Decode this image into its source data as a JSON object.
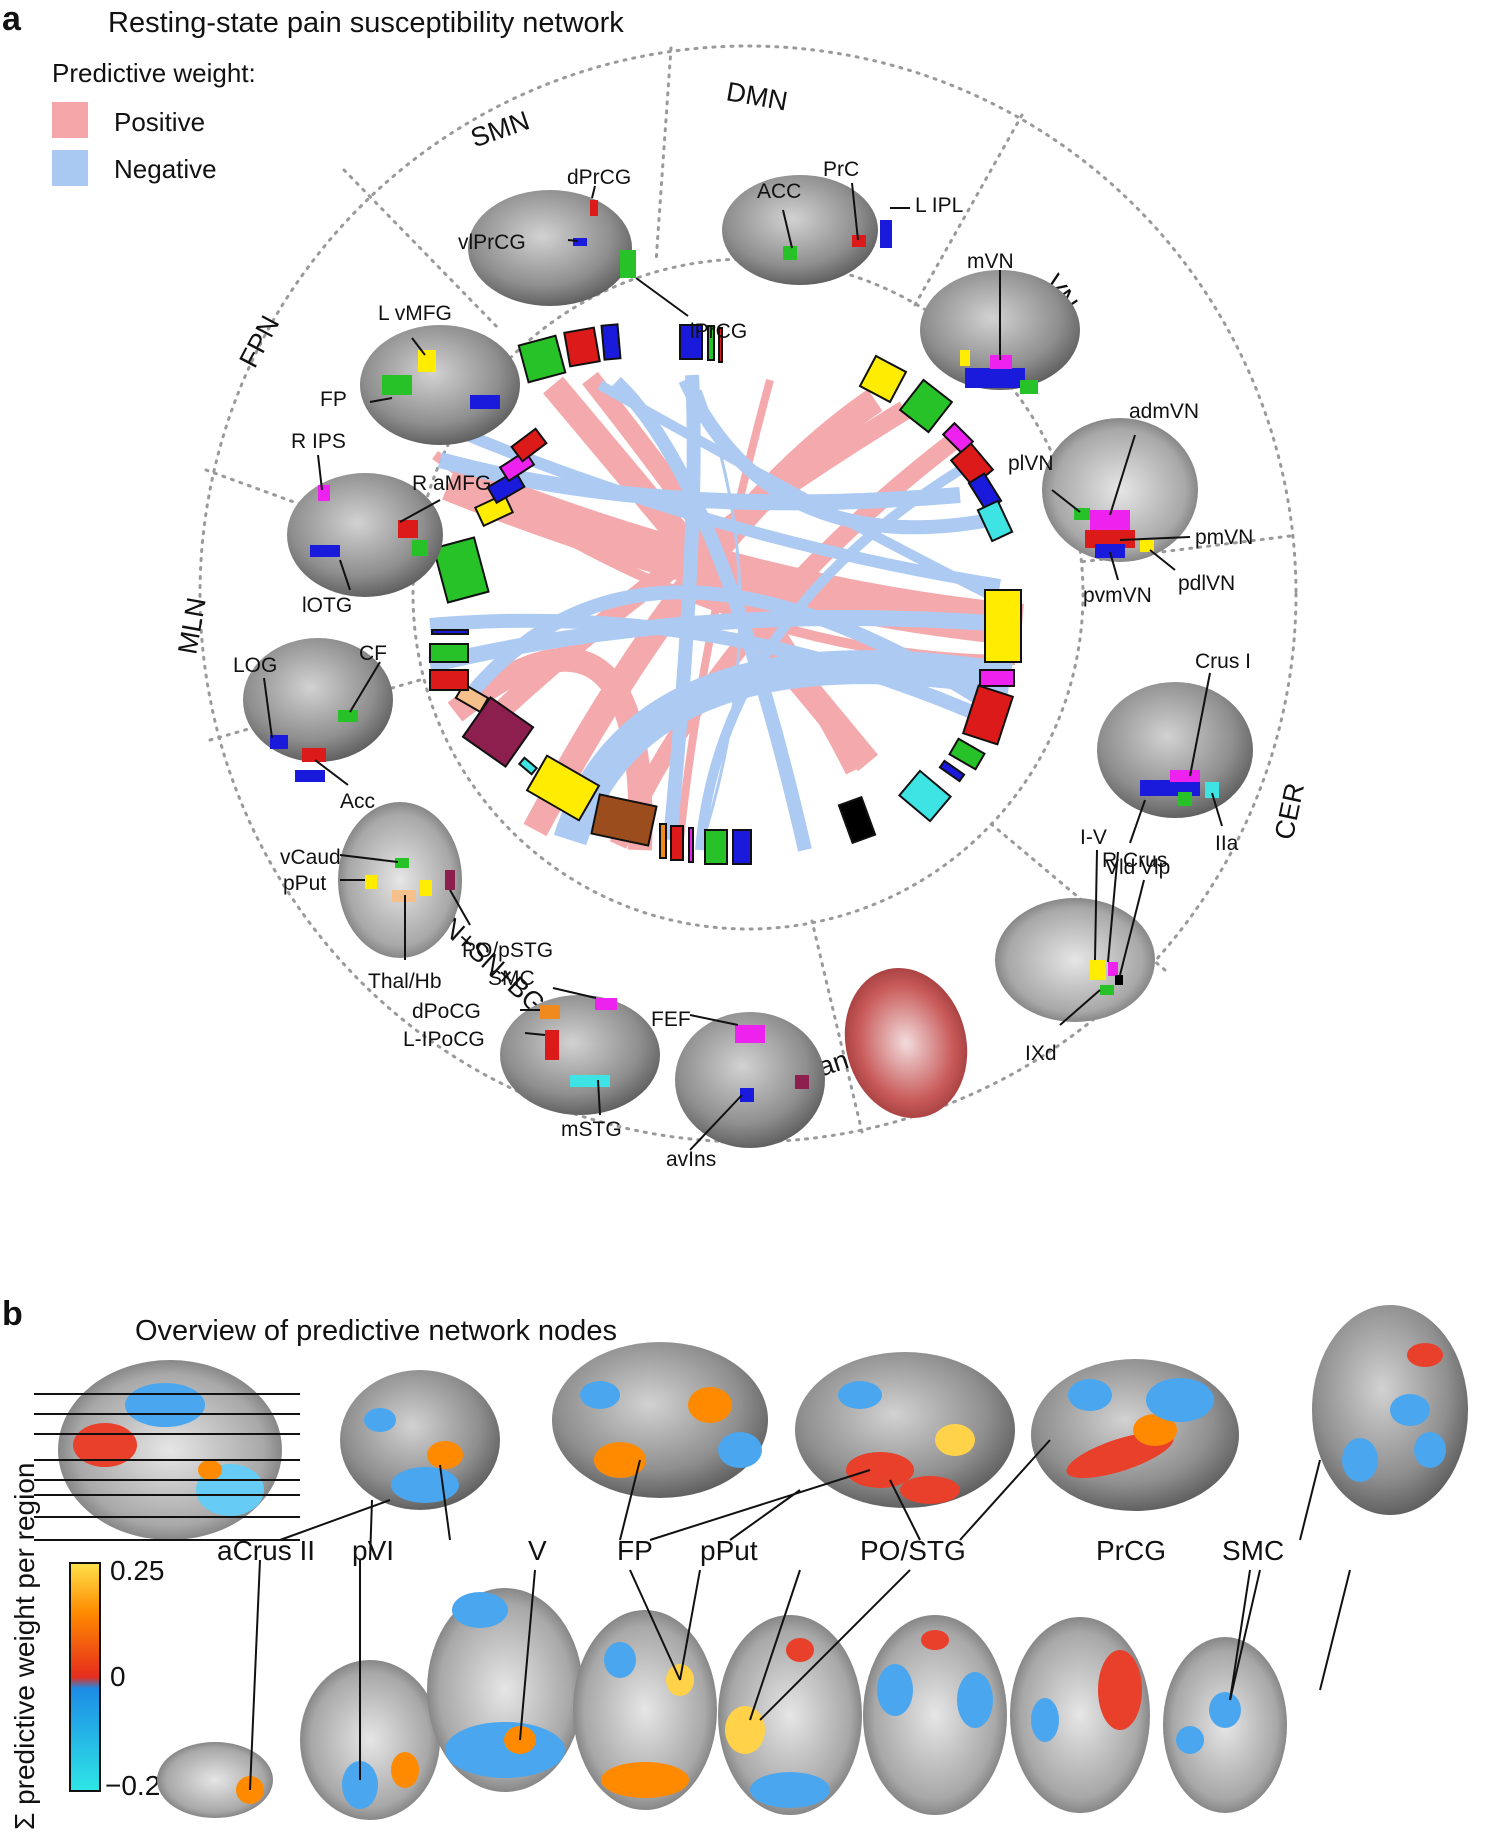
{
  "panel_a": {
    "letter": "a",
    "title": "Resting-state pain susceptibility network",
    "legend": {
      "heading": "Predictive weight:",
      "positive": {
        "label": "Positive",
        "color": "#f4a6a9"
      },
      "negative": {
        "label": "Negative",
        "color": "#a9c8f2"
      }
    },
    "networks": {
      "smn": "SMN",
      "dmn": "DMN",
      "vn": "VN",
      "fpn": "FPN",
      "mln": "MLN",
      "cer": "CER",
      "van": "VAN+SN+BG+Thal",
      "meangm": "Mean GM"
    },
    "regions": {
      "dprcg": "dPrCG",
      "vlprcg": "vlPrCG",
      "lprcg": "lPrCG",
      "acc": "ACC",
      "prc": "PrC",
      "lipl": "L IPL",
      "mvn": "mVN",
      "admvn": "admVN",
      "plvn": "plVN",
      "pmvn": "pmVN",
      "pdlvn": "pdlVN",
      "pvmvn": "pvmVN",
      "lvmfg": "L vMFG",
      "fp": "FP",
      "rips": "R IPS",
      "ramfg": "R aMFG",
      "lotg": "lOTG",
      "log": "LOG",
      "cf": "CF",
      "accm": "Acc",
      "crusi": "Crus I",
      "rcrus": "R Crus",
      "iia": "IIa",
      "iv": "I-V",
      "vld": "Vld",
      "vlp": "Vlp",
      "ixd": "IXd",
      "vcaud": "vCaud",
      "pput": "pPut",
      "popstg": "PO/pSTG",
      "thalhb": "Thal/Hb",
      "smc": "SMC",
      "dpocg": "dPoCG",
      "lipocg": "L-IPoCG",
      "mstg": "mSTG",
      "fef": "FEF",
      "avins": "avIns"
    }
  },
  "panel_b": {
    "letter": "b",
    "title": "Overview of predictive network nodes",
    "colorbar": {
      "max_label": "0.25",
      "mid_label": "0",
      "min_label": "−0.25",
      "axis_label": "Σ predictive weight per region",
      "colors": [
        "#2ee6e6",
        "#1d8ce6",
        "#e62d1d",
        "#ff8a00",
        "#ffe14a"
      ]
    },
    "labels": {
      "acrusii": "aCrus II",
      "pvi": "pVI",
      "v": "V",
      "fp": "FP",
      "pput": "pPut",
      "postg": "PO/STG",
      "prcg": "PrCG",
      "smc": "SMC"
    }
  }
}
